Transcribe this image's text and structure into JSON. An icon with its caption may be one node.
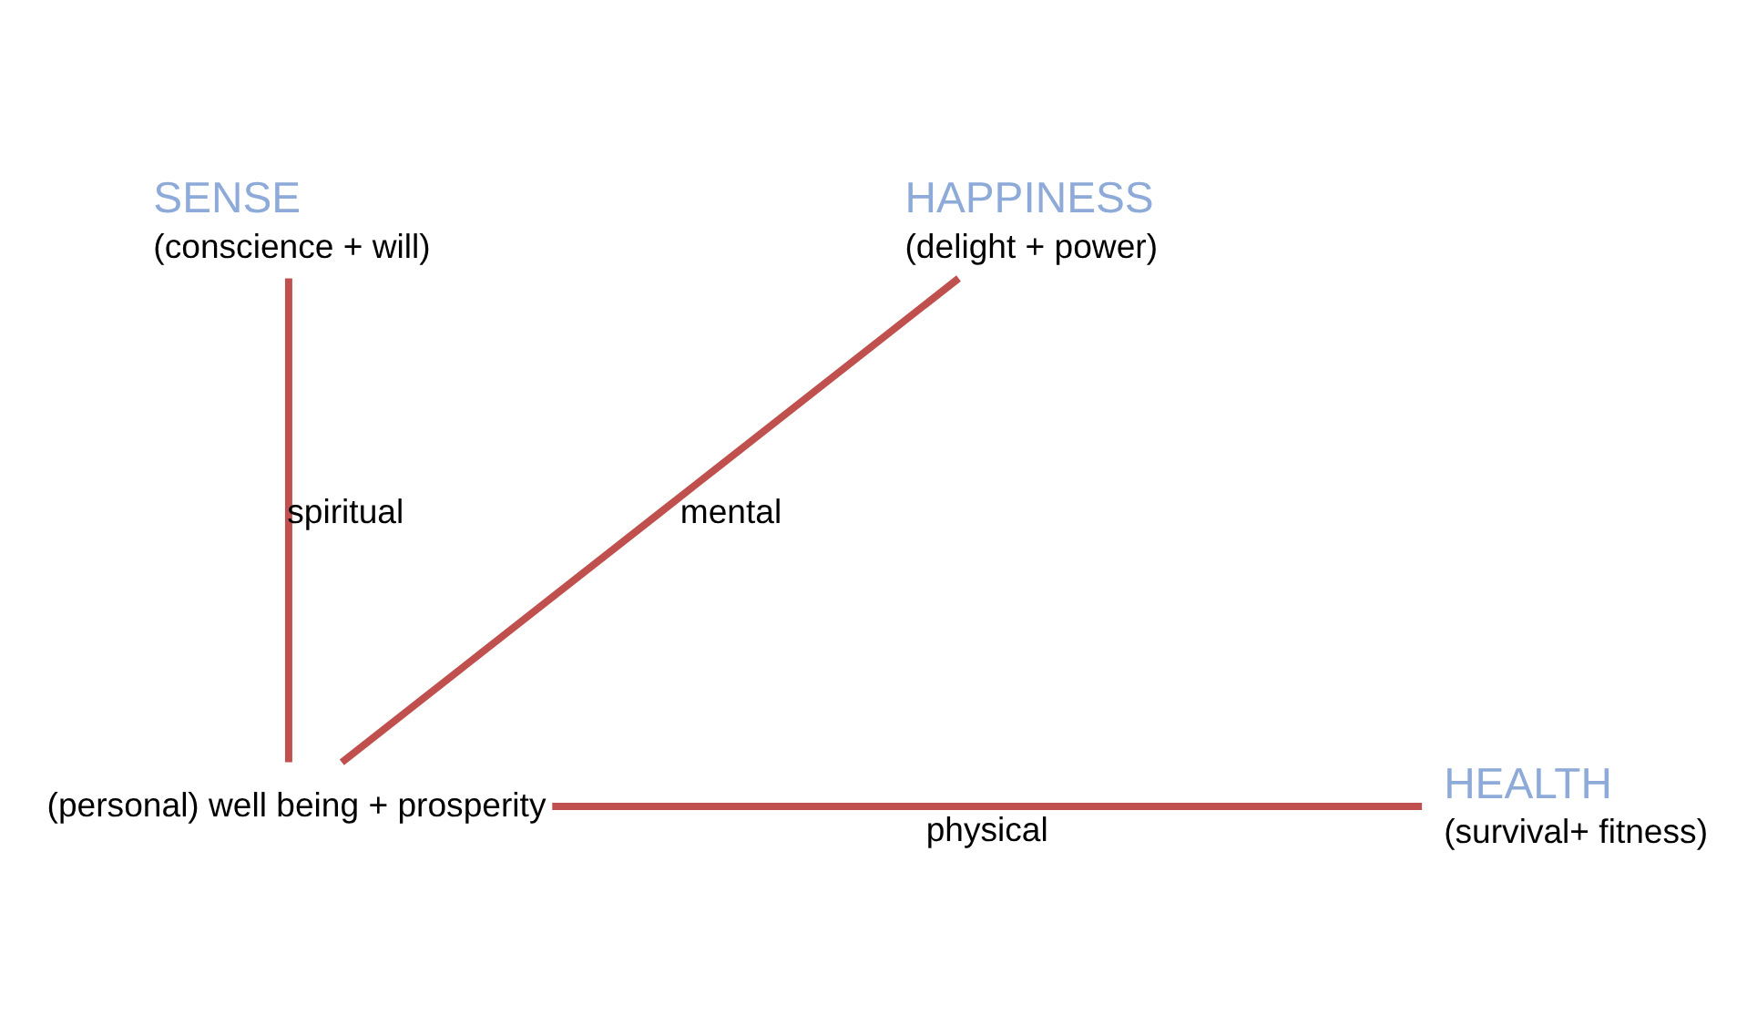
{
  "diagram": {
    "nodes": [
      {
        "text": [
          "SENSE",
          "(conscience + will)"
        ]
      },
      {
        "text": [
          "HAPPINESS",
          "(delight + power)"
        ]
      },
      {
        "text": [
          "HEALTH",
          "(survival+ fitness)"
        ]
      },
      {
        "text": [
          "(personal) well being + prosperity"
        ]
      }
    ],
    "edges": [
      {
        "from": 3,
        "to": 0,
        "arrow": "none",
        "label": "spiritual"
      },
      {
        "from": 3,
        "to": 1,
        "arrow": "none",
        "label": "mental"
      },
      {
        "from": 3,
        "to": 2,
        "arrow": "none",
        "label": "physical"
      }
    ]
  }
}
